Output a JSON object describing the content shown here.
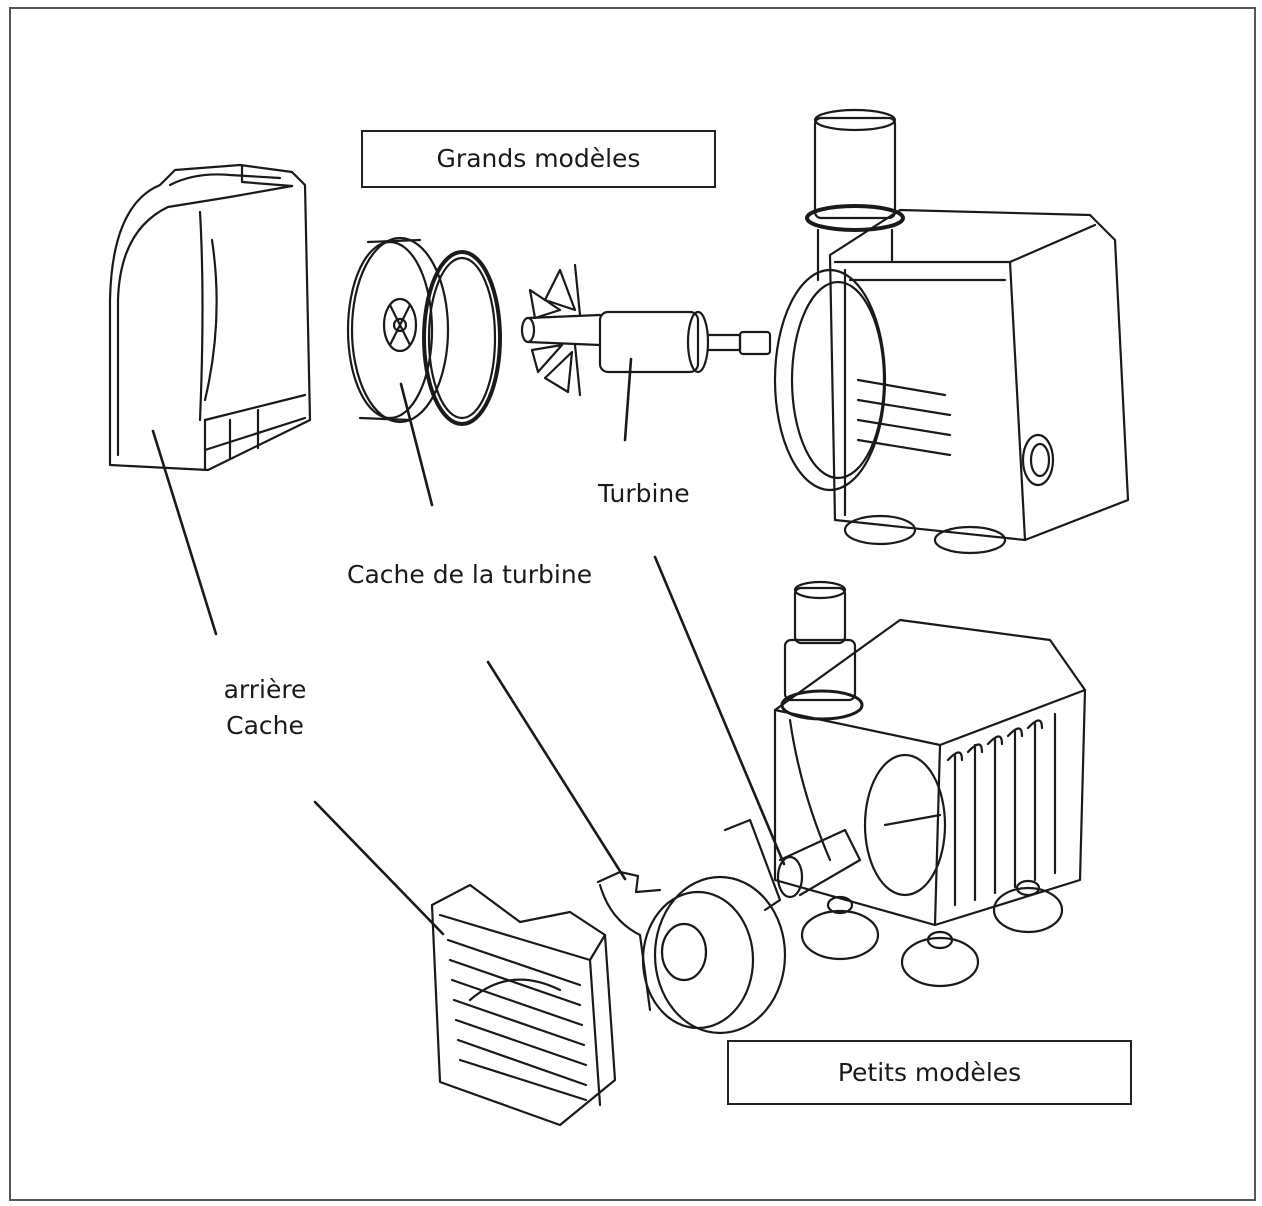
{
  "labels": {
    "large_models": "Grands modèles",
    "small_models": "Petits modèles",
    "turbine": "Turbine",
    "turbine_cover": "Cache de la turbine",
    "rear_cover_line1": "arrière",
    "rear_cover_line2": "Cache"
  },
  "colors": {
    "line": "#1a1a1a",
    "frame": "#555555",
    "background": "#ffffff"
  }
}
